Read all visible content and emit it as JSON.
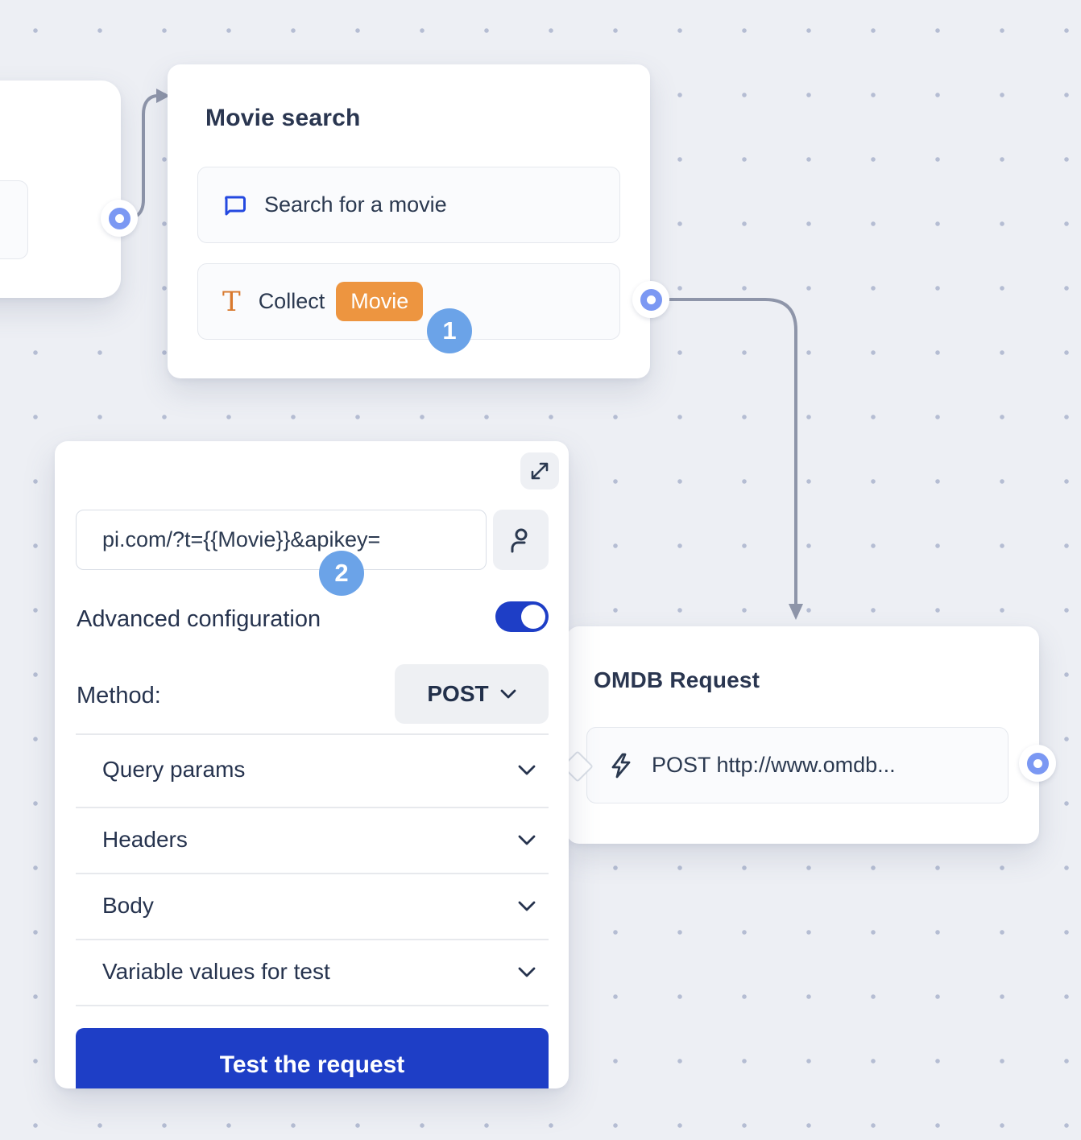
{
  "canvas": {
    "background_color": "#edeff4",
    "dot_color": "#b5bdd3"
  },
  "colors": {
    "accent_blue": "#1e3ec6",
    "step_badge_blue": "#6ba3e8",
    "variable_orange": "#ed9540",
    "port_blue": "#7b98f3",
    "connector_gray": "#8e95a9",
    "text_dark": "#2a3650"
  },
  "nodes": {
    "movie_search": {
      "title": "Movie search",
      "items": [
        {
          "icon": "chat-bubble-icon",
          "label": "Search for a movie"
        },
        {
          "icon": "text-icon",
          "label": "Collect",
          "variable_badge": "Movie"
        }
      ],
      "output_port": "right"
    },
    "omdb_request": {
      "title": "OMDB Request",
      "items": [
        {
          "icon": "lightning-icon",
          "label": "POST http://www.omdb..."
        }
      ],
      "output_port": "right"
    }
  },
  "config_panel": {
    "expand_button": "expand",
    "url_input": {
      "value": "pi.com/?t={{Movie}}&apikey="
    },
    "user_button": "user",
    "advanced_configuration": {
      "label": "Advanced configuration",
      "enabled": true
    },
    "method": {
      "label": "Method:",
      "value": "POST"
    },
    "sections": [
      {
        "label": "Query params"
      },
      {
        "label": "Headers"
      },
      {
        "label": "Body"
      },
      {
        "label": "Variable values for test"
      }
    ],
    "test_button_label": "Test the request"
  },
  "step_badges": {
    "first": "1",
    "second": "2"
  }
}
